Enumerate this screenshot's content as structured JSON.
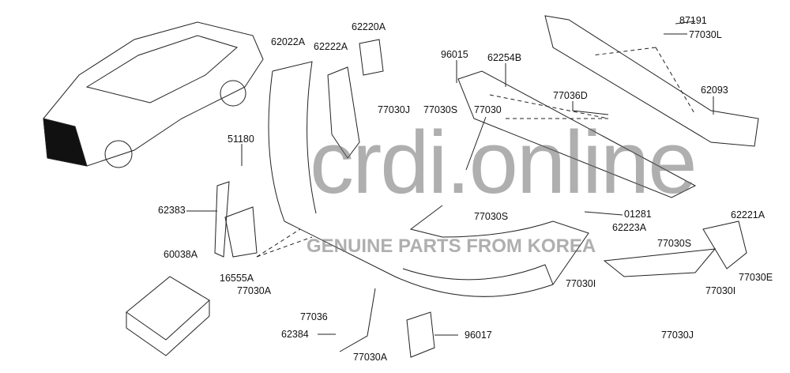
{
  "watermark": {
    "site": "crdi.online",
    "tagline": "GENUINE PARTS FROM KOREA"
  },
  "part_labels": [
    "62022A",
    "62222A",
    "62220A",
    "96015",
    "62254B",
    "87191",
    "77030L",
    "62093",
    "77036D",
    "51180",
    "77030",
    "77030J",
    "77030S",
    "62383",
    "77030S",
    "01281",
    "62221A",
    "62223A",
    "77030S",
    "60038A",
    "16555A",
    "77030A",
    "77030E",
    "77030I",
    "77030I",
    "77036",
    "62384",
    "96017",
    "77030J",
    "77030A"
  ]
}
